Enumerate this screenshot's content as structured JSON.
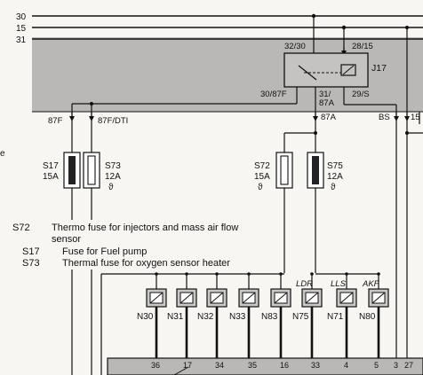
{
  "bus": {
    "l30": "30",
    "l15": "15",
    "l31": "31"
  },
  "relay": {
    "name": "J17",
    "pin_top_left": "32/30",
    "pin_top_right": "28/15",
    "pin_bot_left": "30/87F",
    "pin_bot_mid_a": "31/",
    "pin_bot_mid_b": "87A",
    "pin_bot_right": "29/S"
  },
  "wires": {
    "w87f": "87F",
    "w87fdti": "87F/DTI",
    "w87a": "87A",
    "wbs": "BS",
    "w15": "15"
  },
  "fuses": [
    {
      "name": "S17",
      "rating": "15A",
      "thermo": ""
    },
    {
      "name": "S73",
      "rating": "12A",
      "thermo": "ϑ"
    },
    {
      "name": "S72",
      "rating": "15A",
      "thermo": "ϑ"
    },
    {
      "name": "S75",
      "rating": "12A",
      "thermo": "ϑ"
    }
  ],
  "legend": {
    "cut_text": "e",
    "items": [
      {
        "code": "S72",
        "text": "Thermo fuse for injectors and mass air flow",
        "text2": "sensor"
      },
      {
        "code": "S17",
        "text": "Fuse for Fuel pump",
        "text2": ""
      },
      {
        "code": "S73",
        "text": "Thermal fuse for oxygen sensor heater",
        "text2": ""
      }
    ]
  },
  "injectors": [
    {
      "name": "N30",
      "tag": ""
    },
    {
      "name": "N31",
      "tag": ""
    },
    {
      "name": "N32",
      "tag": ""
    },
    {
      "name": "N33",
      "tag": ""
    },
    {
      "name": "N83",
      "tag": ""
    },
    {
      "name": "N75",
      "tag": "LDR"
    },
    {
      "name": "N71",
      "tag": "LLS"
    },
    {
      "name": "N80",
      "tag": "AKF"
    }
  ],
  "terminals": [
    "36",
    "17",
    "34",
    "35",
    "16",
    "33",
    "4",
    "5",
    "3",
    "27"
  ]
}
